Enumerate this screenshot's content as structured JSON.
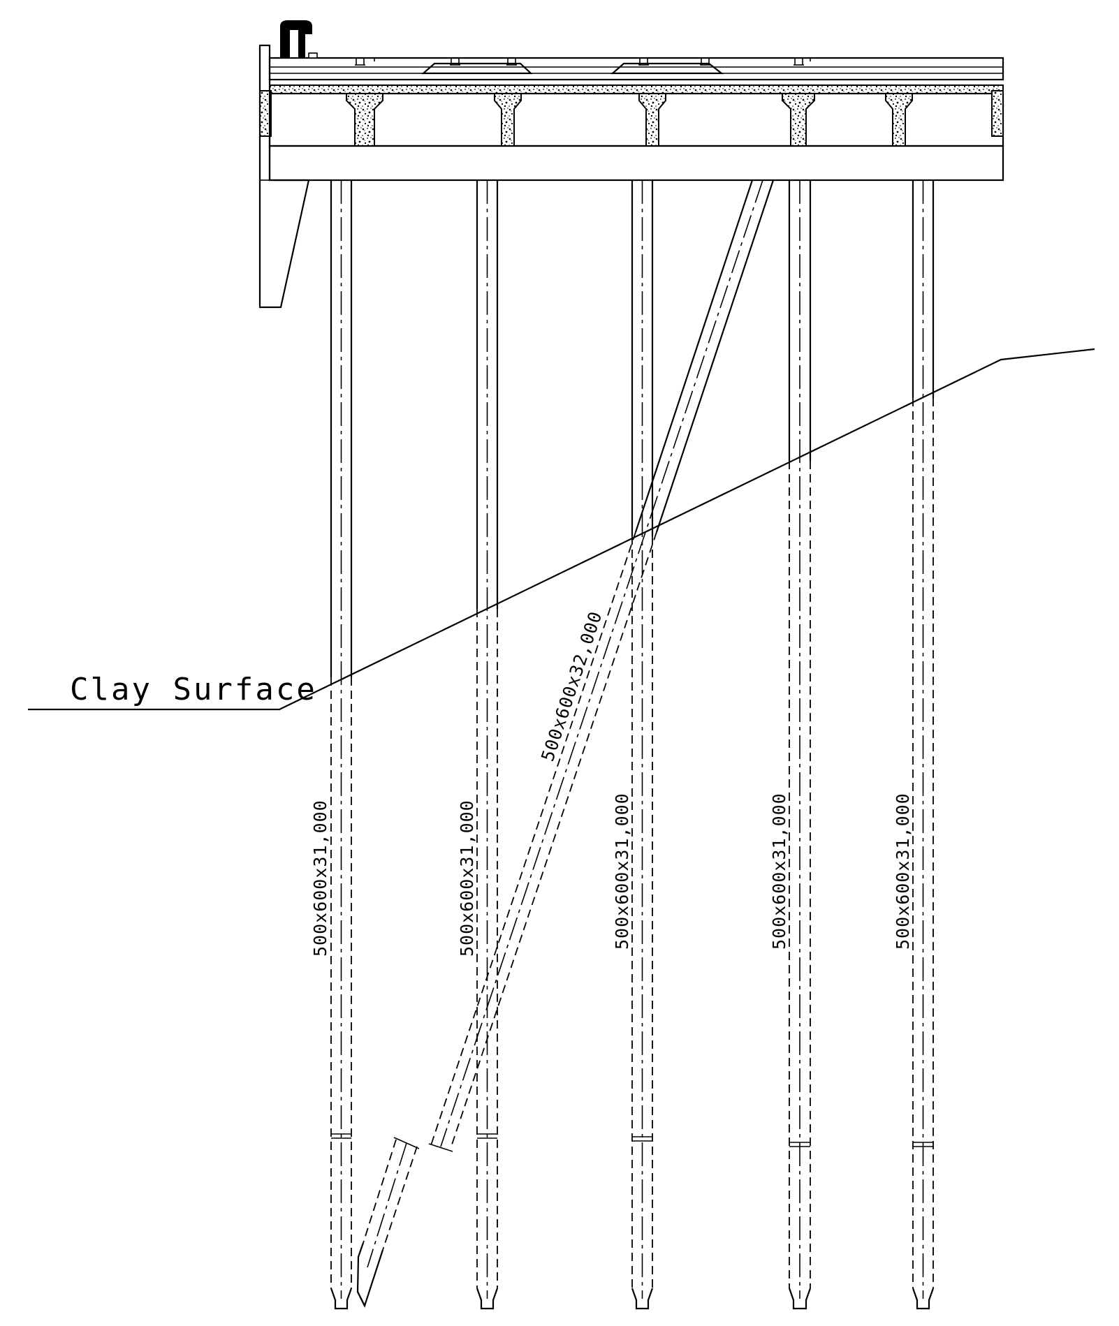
{
  "drawing": {
    "clay_surface_label": "Clay Surface",
    "piles": [
      {
        "label": "500x600x31,000"
      },
      {
        "label": "500x600x31,000"
      },
      {
        "label": "500x600x31,000"
      },
      {
        "label": "500x600x31,000"
      },
      {
        "label": "500x600x31,000"
      }
    ],
    "raked_pile": {
      "label": "500x600x32,000"
    }
  }
}
